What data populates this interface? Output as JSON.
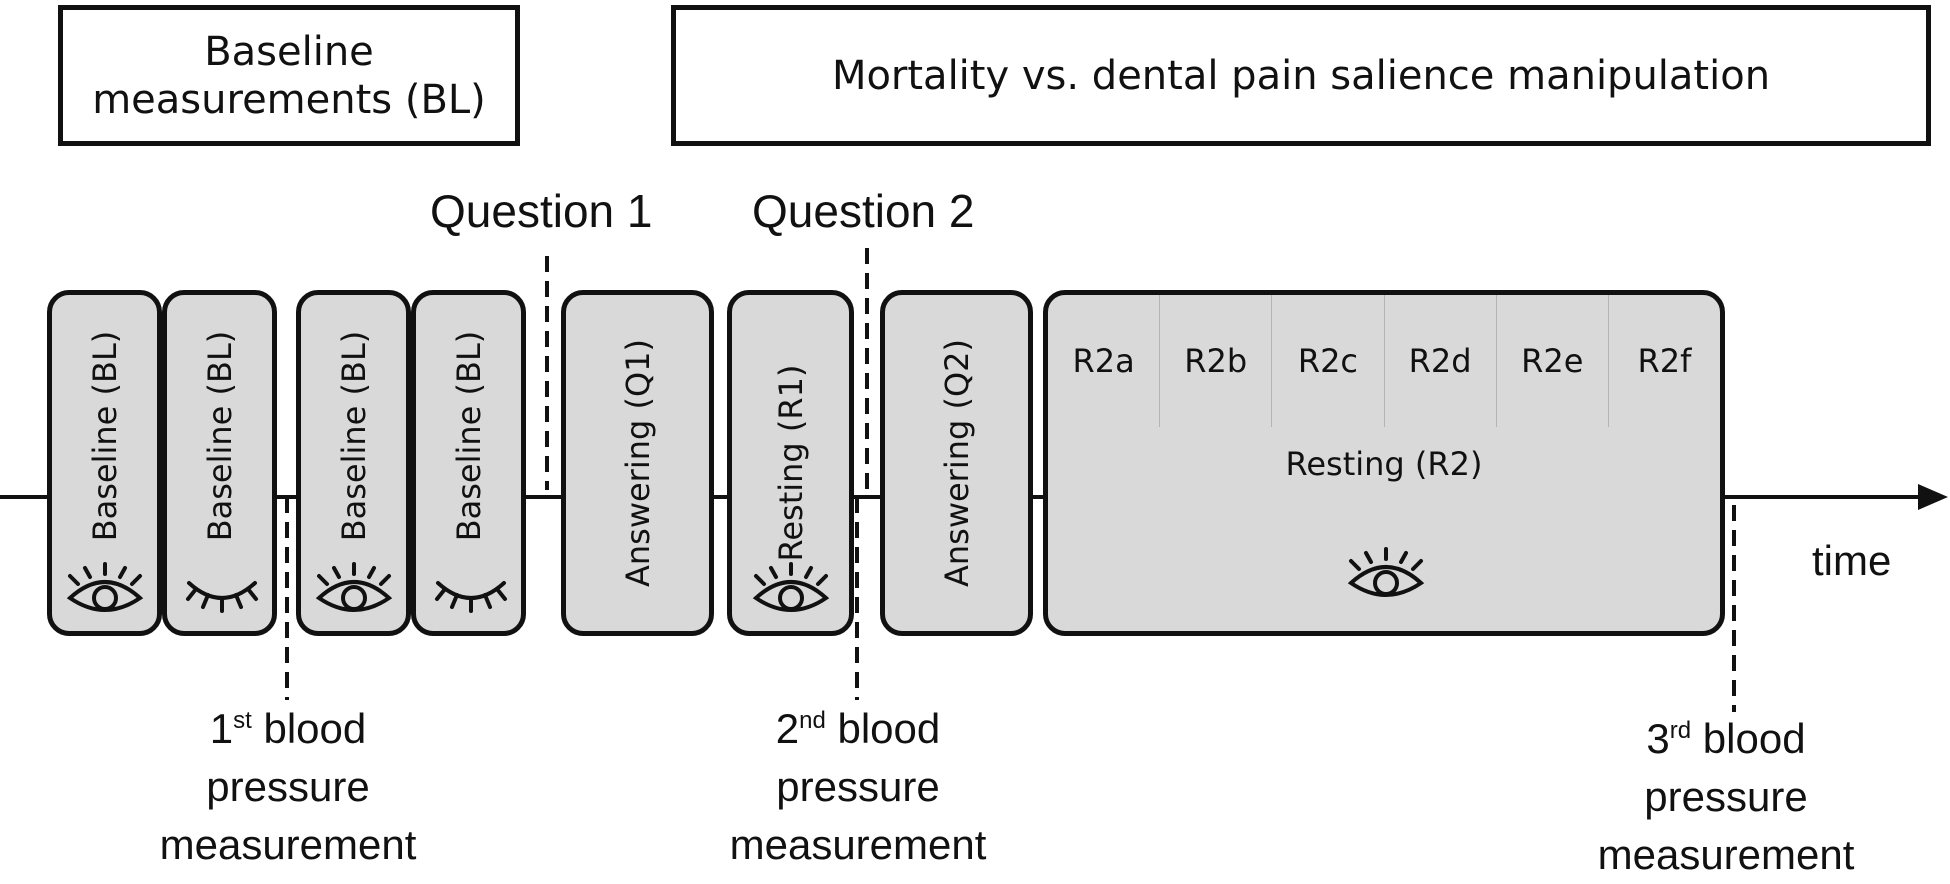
{
  "headers": {
    "baseline": [
      "Baseline",
      "measurements (BL)"
    ],
    "mortality": "Mortality vs. dental pain salience manipulation"
  },
  "questions": {
    "q1": "Question 1",
    "q2": "Question 2"
  },
  "blocks": {
    "bl1": "Baseline (BL)",
    "bl2": "Baseline (BL)",
    "bl3": "Baseline (BL)",
    "bl4": "Baseline (BL)",
    "q1": "Answering (Q1)",
    "r1": "Resting (R1)",
    "q2": "Answering (Q2)",
    "r2": "Resting (R2)"
  },
  "r2_segments": [
    "R2a",
    "R2b",
    "R2c",
    "R2d",
    "R2e",
    "R2f"
  ],
  "bp": {
    "first": {
      "num": "1",
      "sup": "st",
      "rest": " blood",
      "l2": "pressure",
      "l3": "measurement"
    },
    "second": {
      "num": "2",
      "sup": "nd",
      "rest": " blood",
      "l2": "pressure",
      "l3": "measurement"
    },
    "third": {
      "num": "3",
      "sup": "rd",
      "rest": " blood",
      "l2": "pressure",
      "l3": "measurement"
    }
  },
  "axis": {
    "label": "time"
  },
  "icons": {
    "bl1": "eye-open-icon",
    "bl2": "eye-closed-icon",
    "bl3": "eye-open-icon",
    "bl4": "eye-closed-icon",
    "r1": "eye-open-icon",
    "r2": "eye-open-icon"
  },
  "colors": {
    "block_fill": "#d9d9d9",
    "stroke": "#111111"
  }
}
